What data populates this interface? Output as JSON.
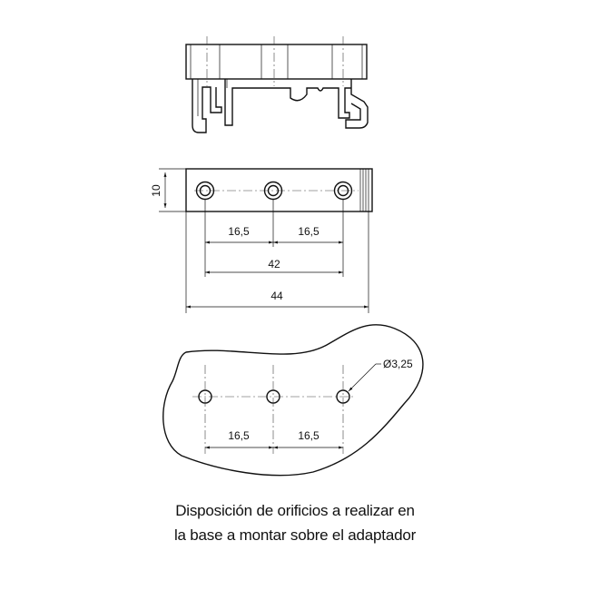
{
  "dimensions": {
    "height": "10",
    "pitch_top_left": "16,5",
    "pitch_top_right": "16,5",
    "overall_holes": "42",
    "overall_length": "44",
    "pitch_base_left": "16,5",
    "pitch_base_right": "16,5",
    "hole_diameter": "Ø3,25"
  },
  "caption": {
    "line1": "Disposición de orificios a realizar en",
    "line2": "la base a montar sobre el adaptador"
  }
}
